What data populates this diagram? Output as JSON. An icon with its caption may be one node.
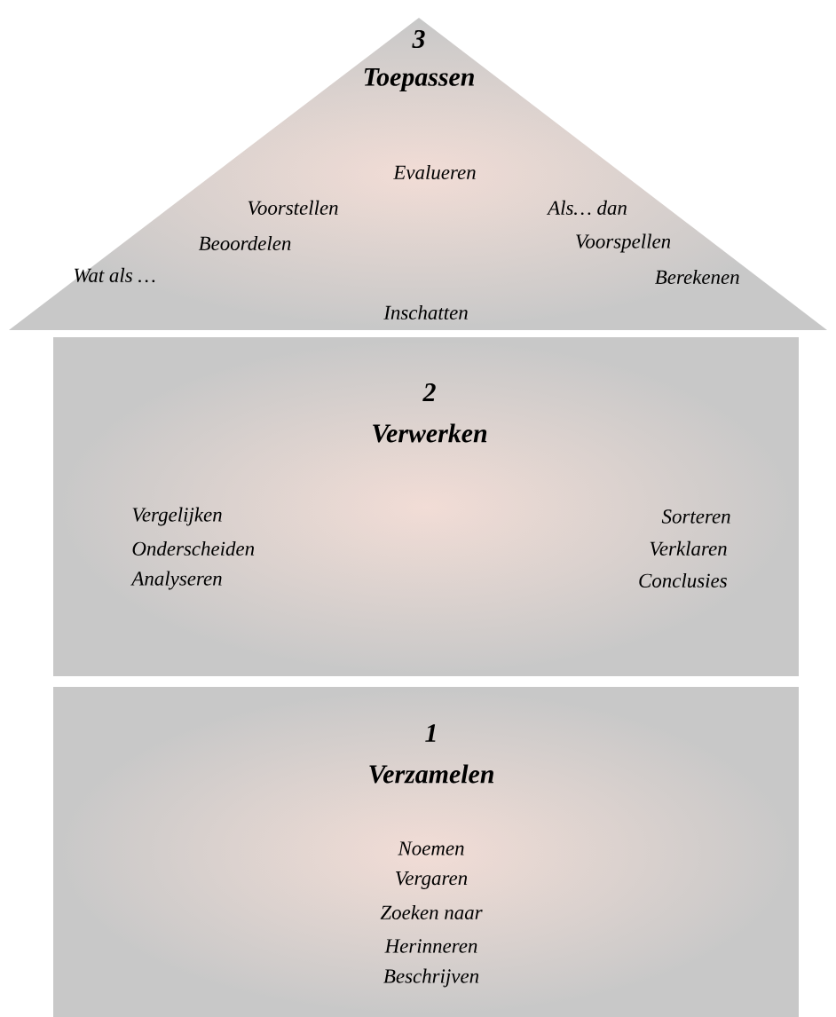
{
  "diagram": {
    "nodes": [
      {
        "text": [
          "3",
          "Toepassen",
          "Evalueren",
          "Voorstellen",
          "Als… dan",
          "Beoordelen",
          "Voorspellen",
          "Wat als …",
          "Berekenen",
          "Inschatten"
        ]
      },
      {
        "text": [
          "2",
          "Verwerken",
          "Vergelijken",
          "Onderscheiden",
          "Analyseren",
          "Sorteren",
          "Verklaren",
          "Conclusies"
        ]
      },
      {
        "text": [
          "1",
          "Verzamelen",
          "Noemen",
          "Vergaren",
          "Zoeken naar",
          "Herinneren",
          "Beschrijven"
        ]
      }
    ]
  }
}
